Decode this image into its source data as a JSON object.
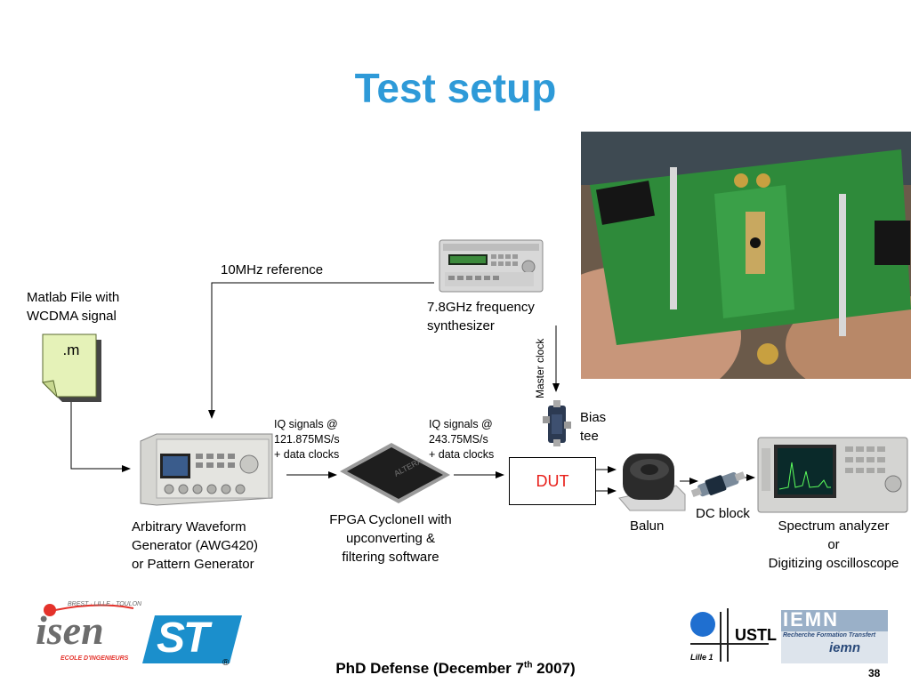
{
  "slide": {
    "title": "Test setup",
    "footer_prefix": "PhD Defense (December 7",
    "footer_sup": "th",
    "footer_suffix": " 2007)",
    "page_number": "38"
  },
  "labels": {
    "reference": "10MHz reference",
    "matlab_line1": "Matlab File with",
    "matlab_line2": "WCDMA signal",
    "mfile": ".m",
    "synth_line1": "7.8GHz frequency",
    "synth_line2": "synthesizer",
    "master_clock": "Master clock",
    "bias_line1": "Bias",
    "bias_line2": "tee",
    "iq1_line1": "IQ signals @",
    "iq1_line2": "121.875MS/s",
    "iq1_line3": "+ data clocks",
    "iq2_line1": "IQ signals @",
    "iq2_line2": "243.75MS/s",
    "iq2_line3": "+ data clocks",
    "dut": "DUT",
    "dc_block": "DC block",
    "balun": "Balun",
    "awg_line1": "Arbitrary Waveform",
    "awg_line2": "Generator (AWG420)",
    "awg_line3": "or Pattern Generator",
    "fpga_line1": "FPGA CycloneII with",
    "fpga_line2": "upconverting &",
    "fpga_line3": "filtering software",
    "spec_line1": "Spectrum analyzer",
    "spec_line2": "or",
    "spec_line3": "Digitizing oscilloscope"
  },
  "logos": {
    "isen_text": "isen",
    "isen_top": "BREST · LILLE · TOULON",
    "isen_bottom": "ECOLE D'INGENIEURS",
    "st_text": "ST",
    "st_reg": "®",
    "ustl_text": "USTL",
    "lille_text": "Lille 1",
    "iemn_text": "IEMN",
    "iemn_sub": "Recherche Formation Transfert",
    "iemn_small": "iemn"
  },
  "colors": {
    "title": "#2e9ad8",
    "dut_text": "#e8201b",
    "isen_red": "#e4322b",
    "st_blue": "#1b8fcc",
    "mfile_fill": "#e5f2b8"
  }
}
